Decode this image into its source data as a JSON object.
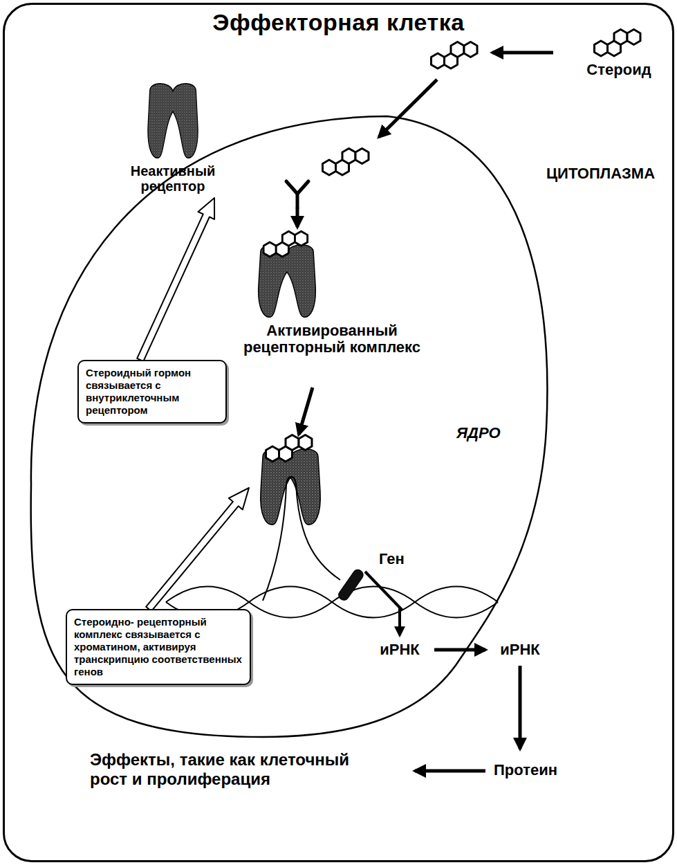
{
  "diagram": {
    "nodes": [
      {
        "text": [
          "Эффекторная клетка"
        ]
      },
      {
        "text": [
          "Неактивный рецептор"
        ],
        "in": 0
      },
      {
        "text": [
          "Активированный рецепторный комплекс"
        ],
        "in": 0
      },
      {
        "text": [
          "Стероидный гормон связывается с внутриклеточным рецептором"
        ],
        "in": 0
      },
      {
        "text": [
          "Стероидно- рецепторный комплекс связывается с хроматином, активируя транскрипцию соответственных генов"
        ],
        "in": 0
      }
    ],
    "edges": [
      {
        "from": 3,
        "to": 1,
        "arrow": "to"
      }
    ],
    "labels": [
      "Стероид",
      "ЦИТОПЛАЗМА",
      "ЯДРО",
      "Ген",
      "иРНК",
      "иРНК",
      "Протеин",
      "Эффекты, такие как клеточный рост и пролиферация"
    ]
  }
}
